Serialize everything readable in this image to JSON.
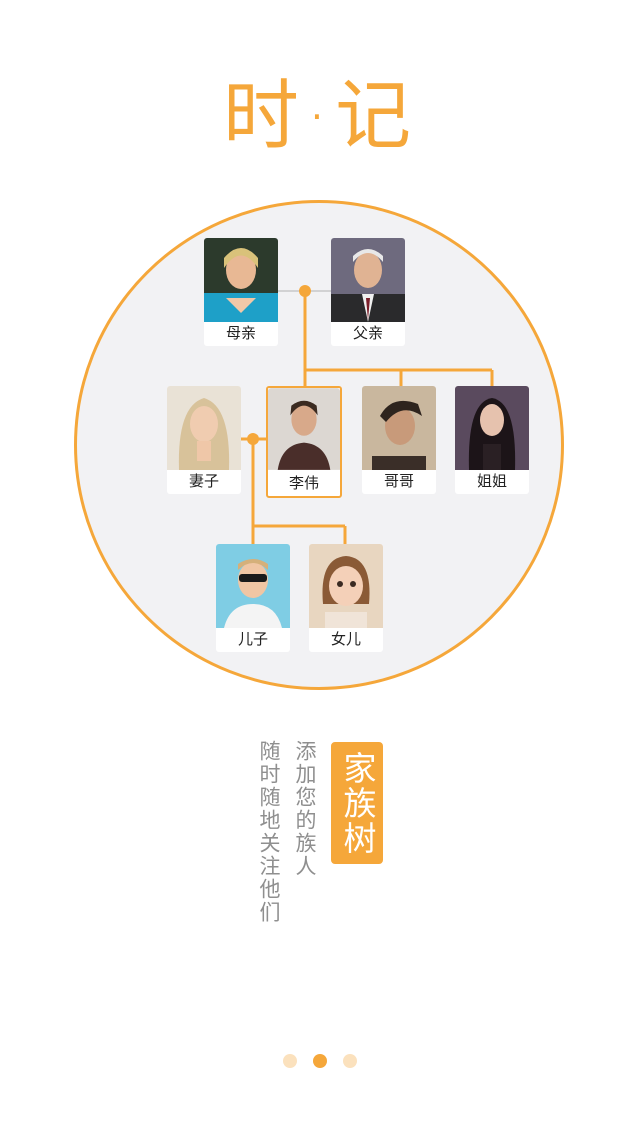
{
  "app": {
    "title": "时·记"
  },
  "colors": {
    "accent": "#f5a73a",
    "circle_bg": "#f2f2f4"
  },
  "tree": {
    "mother": "母亲",
    "father": "父亲",
    "wife": "妻子",
    "me": "李伟",
    "brother": "哥哥",
    "sister": "姐姐",
    "son": "儿子",
    "daughter": "女儿"
  },
  "slogan": {
    "tag": "家族树",
    "line1": "添加您的族人",
    "line2": "随时随地关注他们"
  },
  "pager": {
    "count": 3,
    "active": 2
  }
}
